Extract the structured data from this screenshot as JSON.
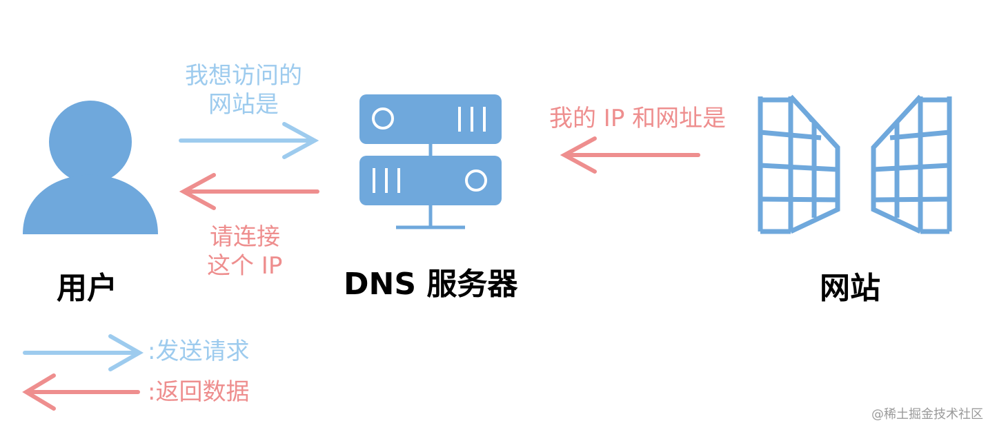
{
  "labels": {
    "request_line1": "我想访问的",
    "request_line2": "网站是",
    "reply_line1": "请连接",
    "reply_line2": "这个 IP",
    "site_reply": "我的 IP 和网址是"
  },
  "nodes": {
    "user": "用户",
    "dns": "DNS 服务器",
    "site": "网站"
  },
  "legend": {
    "send": ":发送请求",
    "receive": ":返回数据"
  },
  "watermark": "@稀土掘金技术社区",
  "colors": {
    "icon": "#6FA8DC",
    "send_arrow": "#9DCBEE",
    "return_arrow": "#EE8E8E",
    "text": "#000000"
  },
  "icons": [
    "user-icon",
    "server-icon",
    "website-icon"
  ]
}
